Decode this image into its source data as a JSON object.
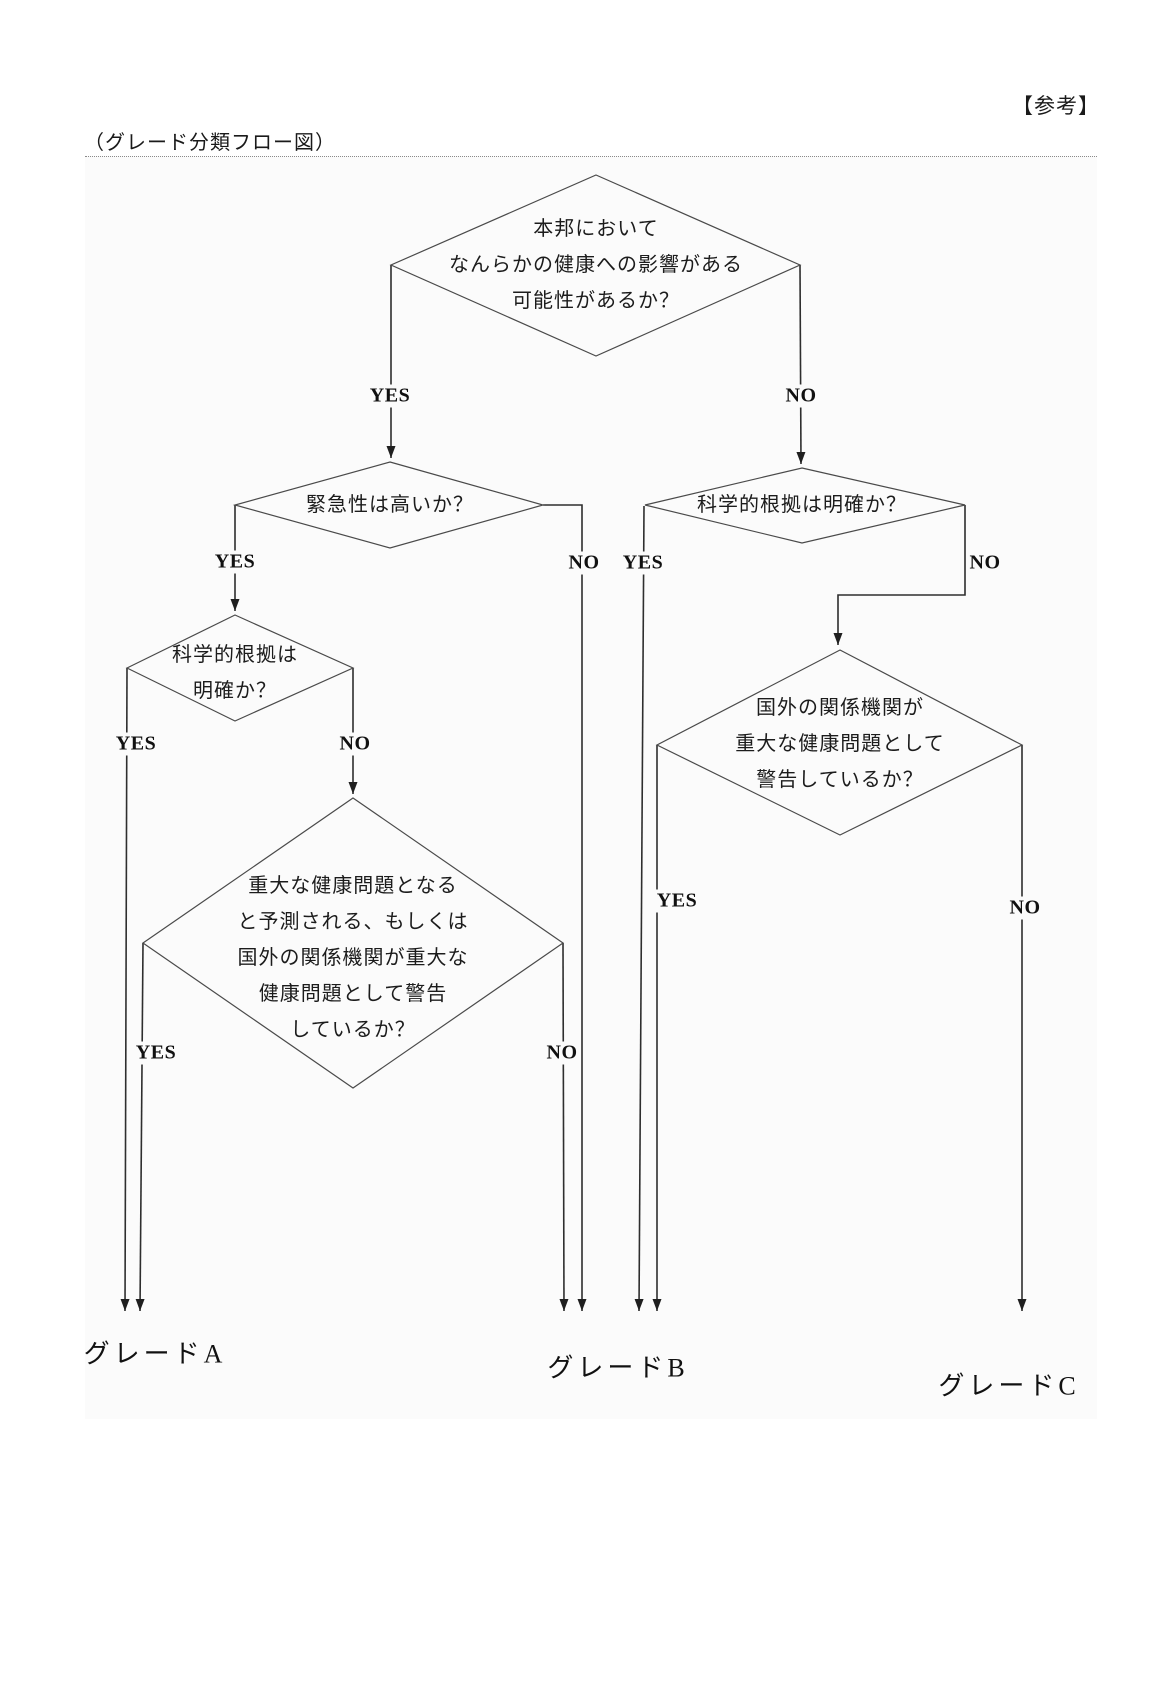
{
  "page": {
    "reference_label": "【参考】",
    "caption": "（グレード分類フロー図）"
  },
  "flowchart": {
    "nodes": {
      "root": {
        "lines": [
          "本邦において",
          "なんらかの健康への影響がある",
          "可能性があるか？"
        ]
      },
      "urgency": {
        "lines": [
          "緊急性は高いか？"
        ]
      },
      "evidence_left": {
        "lines": [
          "科学的根拠は",
          "明確か？"
        ]
      },
      "serious_problem_left": {
        "lines": [
          "重大な健康問題となる",
          "と予測される、もしくは",
          "国外の関係機関が重大な",
          "健康問題として警告",
          "しているか？"
        ]
      },
      "evidence_right": {
        "lines": [
          "科学的根拠は明確か？"
        ]
      },
      "foreign_warning_right": {
        "lines": [
          "国外の関係機関が",
          "重大な健康問題として",
          "警告しているか？"
        ]
      }
    },
    "branch_labels": {
      "yes": "YES",
      "no": "NO"
    },
    "grades": {
      "a": "グレードA",
      "b": "グレードB",
      "c": "グレードC"
    },
    "colors": {
      "line": "#2e2e2e",
      "diamond_stroke": "#4a4a4a",
      "text": "#1c1c1c",
      "figure_background": "#fbfbfb",
      "page_background": "#ffffff"
    }
  }
}
